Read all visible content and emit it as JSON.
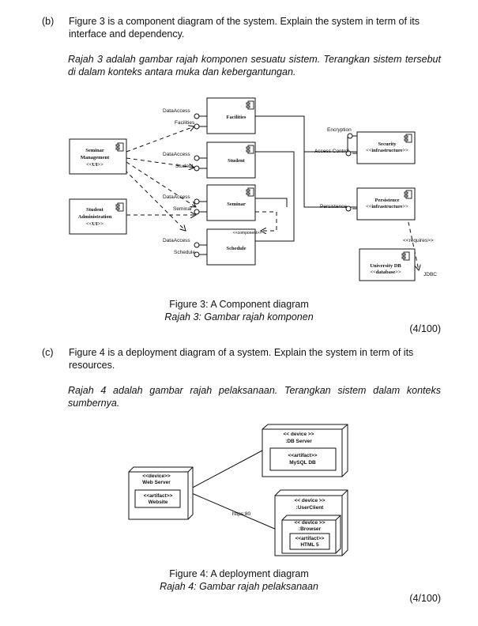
{
  "question_b": {
    "label": "(b)",
    "text": "Figure 3 is a component diagram of the system. Explain the system in term of its interface and dependency.",
    "malay": "Rajah 3 adalah gambar rajah komponen sesuatu sistem. Terangkan sistem tersebut di dalam konteks antara muka dan kebergantungan.",
    "caption": "Figure 3: A Component diagram",
    "caption_malay": "Rajah 3: Gambar rajah komponen",
    "marks": "(4/100)"
  },
  "component_diagram": {
    "seminar_mgmt": [
      "Seminar",
      "Management",
      "<<UI>>"
    ],
    "student_admin": [
      "Student",
      "Administration",
      "<<UI>>"
    ],
    "facilities": "Facilities",
    "student": "Student",
    "seminar": "Seminar",
    "schedule": "Schedule",
    "component_stereo": "<<component>>",
    "security": [
      "Security",
      "<<infrastructure>>"
    ],
    "persistence": [
      "Persistence",
      "<<infrastructure>>"
    ],
    "university_db": [
      "University DB",
      "<<database>>"
    ],
    "if_facilities": [
      "DataAccess",
      "Facilities"
    ],
    "if_student": [
      "DataAccess",
      "Student"
    ],
    "if_seminar": [
      "DataAccess",
      "Seminar"
    ],
    "if_schedule": [
      "DataAccess",
      "Schedule"
    ],
    "encryption": "Encryption",
    "access_control": "Access Control",
    "persistence_if": "Persistence",
    "requires": "<<requires>>",
    "jdbc": "JDBC"
  },
  "question_c": {
    "label": "(c)",
    "text": "Figure 4 is a deployment diagram of a system. Explain the system in term of its resources.",
    "malay": "Rajah 4 adalah gambar rajah pelaksanaan. Terangkan sistem dalam konteks sumbernya.",
    "caption": "Figure 4: A deployment diagram",
    "caption_malay": "Rajah 4: Gambar rajah pelaksanaan",
    "marks": "(4/100)"
  },
  "deployment_diagram": {
    "web_server": [
      "<<device>>",
      "Web Server"
    ],
    "website": [
      "<<artifact>>",
      "Website"
    ],
    "db_server": [
      "<< device >>",
      ":DB Server"
    ],
    "mysql": [
      "<<artifact>>",
      "MySQL DB"
    ],
    "user_client": [
      "<< device >>",
      ":UserClient"
    ],
    "browser": [
      "<< device >>",
      ":Browser"
    ],
    "html5": [
      "<<artifact>>",
      "HTML 5"
    ],
    "link_label": "https:80"
  }
}
